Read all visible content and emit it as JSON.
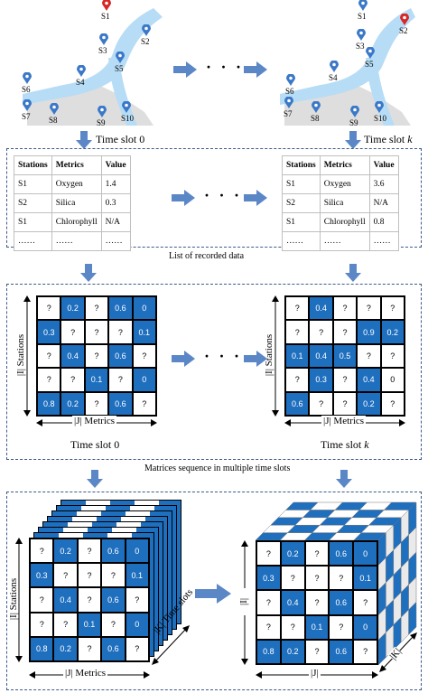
{
  "maps": {
    "stations": [
      "S1",
      "S2",
      "S3",
      "S4",
      "S5",
      "S6",
      "S7",
      "S8",
      "S9",
      "S10"
    ],
    "slot0_caption": "Time slot 0",
    "slotk_caption": "Time slot",
    "slotk_var": "k"
  },
  "records": {
    "caption": "List of recorded data",
    "headers": [
      "Stations",
      "Metrics",
      "Value"
    ],
    "left_rows": [
      [
        "S1",
        "Oxygen",
        "1.4"
      ],
      [
        "S2",
        "Silica",
        "0.3"
      ],
      [
        "S1",
        "Chlorophyll",
        "N/A"
      ],
      [
        "……",
        "……",
        "……"
      ]
    ],
    "right_rows": [
      [
        "S1",
        "Oxygen",
        "3.6"
      ],
      [
        "S2",
        "Silica",
        "N/A"
      ],
      [
        "S1",
        "Chlorophyll",
        "0.8"
      ],
      [
        "……",
        "……",
        "……"
      ]
    ]
  },
  "matrices": {
    "caption": "Matrices sequence in multiple time slots",
    "y_label": "|I| Stations",
    "x_label": "|J| Metrics",
    "slot0_caption": "Time slot 0",
    "slotk_caption": "Time slot",
    "slotk_var": "k",
    "left": [
      [
        "?",
        "0.2",
        "?",
        "0.6",
        "0"
      ],
      [
        "0.3",
        "?",
        "?",
        "?",
        "0.1"
      ],
      [
        "?",
        "0.4",
        "?",
        "0.6",
        "?"
      ],
      [
        "?",
        "?",
        "0.1",
        "?",
        "0"
      ],
      [
        "0.8",
        "0.2",
        "?",
        "0.6",
        "?"
      ]
    ],
    "left_blue": [
      [
        0,
        1,
        0,
        1,
        1
      ],
      [
        1,
        0,
        0,
        0,
        1
      ],
      [
        0,
        1,
        0,
        1,
        0
      ],
      [
        0,
        0,
        1,
        0,
        1
      ],
      [
        1,
        1,
        0,
        1,
        0
      ]
    ],
    "right": [
      [
        "?",
        "0.4",
        "?",
        "?",
        "?"
      ],
      [
        "?",
        "?",
        "?",
        "0.9",
        "0.2"
      ],
      [
        "0.1",
        "0.4",
        "0.5",
        "?",
        "?"
      ],
      [
        "?",
        "0.3",
        "?",
        "0.4",
        "0"
      ],
      [
        "0.6",
        "?",
        "?",
        "0.2",
        "?"
      ]
    ],
    "right_blue": [
      [
        0,
        1,
        0,
        0,
        0
      ],
      [
        0,
        0,
        0,
        1,
        1
      ],
      [
        1,
        1,
        1,
        0,
        0
      ],
      [
        0,
        1,
        0,
        1,
        0
      ],
      [
        1,
        0,
        0,
        1,
        0
      ]
    ]
  },
  "tensors": {
    "left_y_label": "|I| Stations",
    "left_x_label": "|J| Metrics",
    "left_z_label": "|K| Time slots",
    "right_y_label": "|I|",
    "right_x_label": "|J|",
    "right_z_label": "|K|",
    "front": [
      [
        "?",
        "0.2",
        "?",
        "0.6",
        "0"
      ],
      [
        "0.3",
        "?",
        "?",
        "?",
        "0.1"
      ],
      [
        "?",
        "0.4",
        "?",
        "0.6",
        "?"
      ],
      [
        "?",
        "?",
        "0.1",
        "?",
        "0"
      ],
      [
        "0.8",
        "0.2",
        "?",
        "0.6",
        "?"
      ]
    ]
  },
  "ellipsis": "· · ·",
  "colors": {
    "blue": "#1f6fbf",
    "arrow": "#5b87c7",
    "dash": "#3c5a88"
  }
}
